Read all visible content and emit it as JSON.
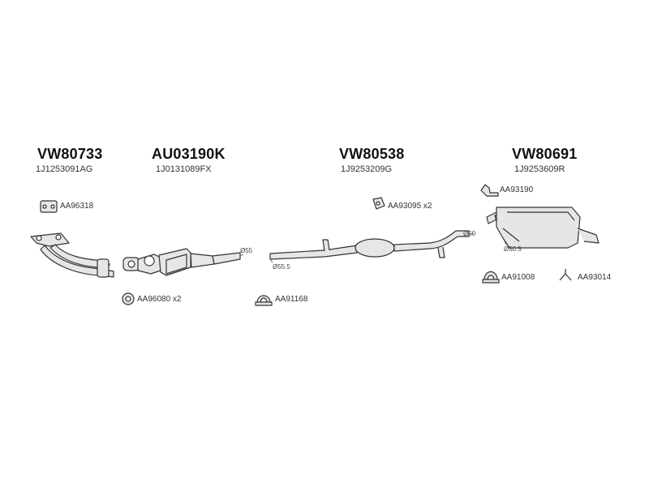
{
  "parts": [
    {
      "code": "VW80733",
      "oem": "1J1253091AG"
    },
    {
      "code": "AU03190K",
      "oem": "1J0131089FX"
    },
    {
      "code": "VW80538",
      "oem": "1J9253209G"
    },
    {
      "code": "VW80691",
      "oem": "1J9253609R"
    }
  ],
  "accessories": {
    "a1": "AA96318",
    "a2": "AA96080 x2",
    "a3": "AA91168",
    "a4": "AA93095 x2",
    "a5": "AA93190",
    "a6": "AA91008",
    "a7": "AA93014"
  },
  "dimensions": {
    "d1": "Ø55",
    "d2": "Ø55.5",
    "d3": "Ø50",
    "d4": "Ø50.5"
  }
}
